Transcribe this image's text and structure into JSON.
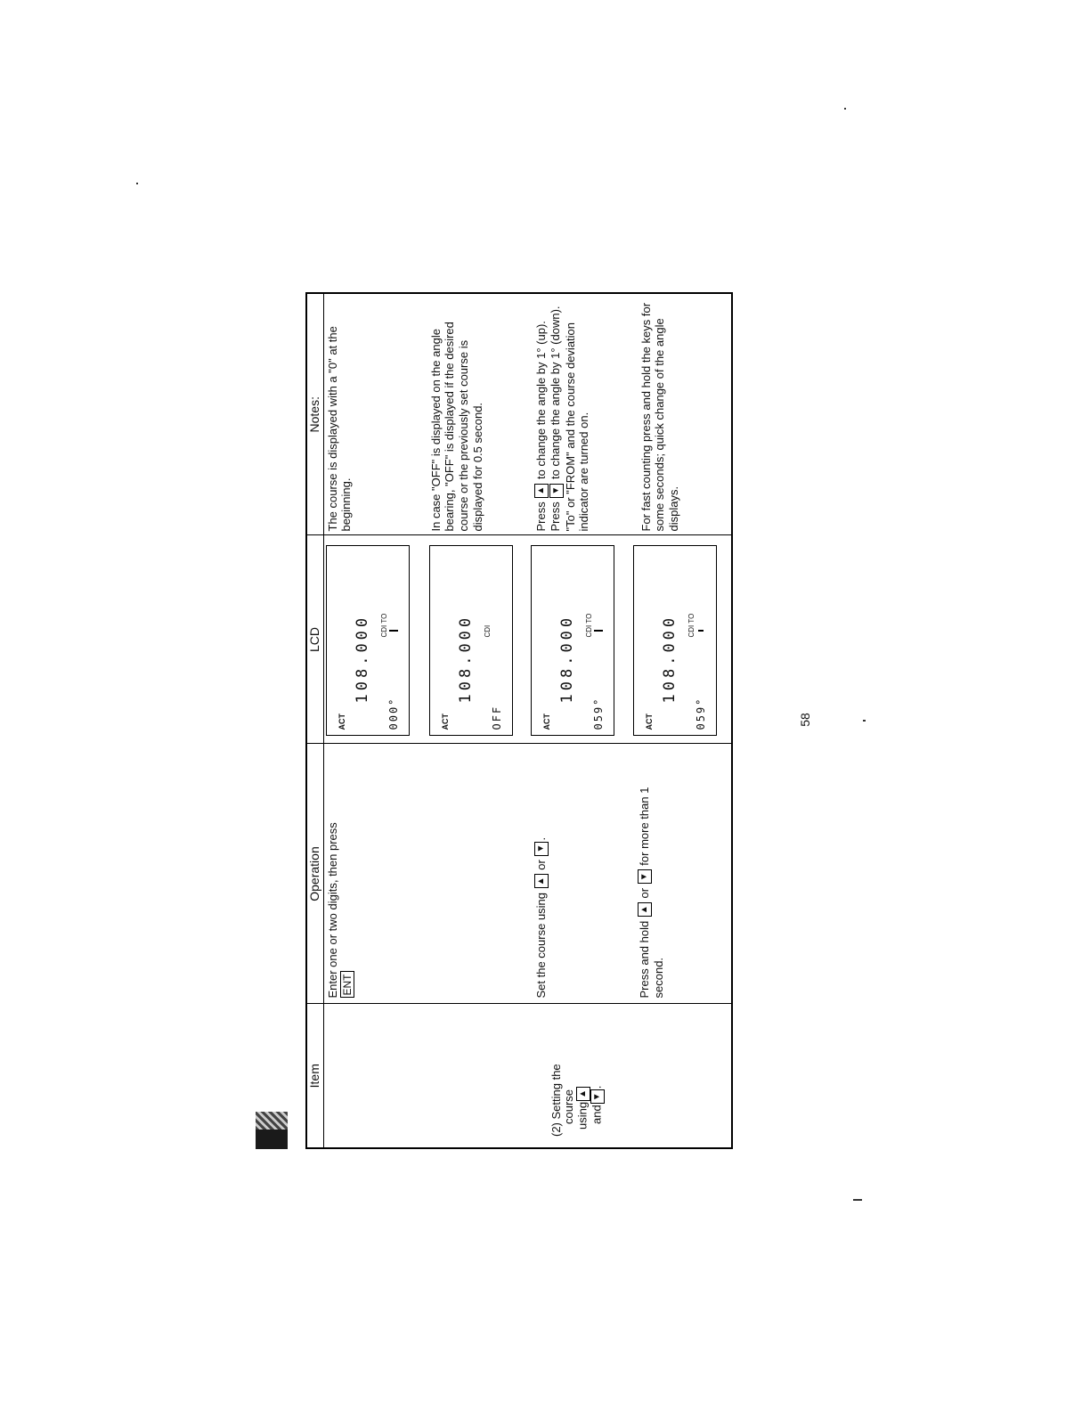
{
  "table": {
    "headers": {
      "item": "Item",
      "operation": "Operation",
      "lcd": "LCD",
      "notes": "Notes:"
    },
    "item_label": {
      "line1": "(2) Setting the",
      "line2": "course",
      "line3": "using",
      "line4": "and",
      "tail": "."
    },
    "rows": [
      {
        "operation": {
          "text": "Enter one or two digits, then press",
          "key": "ENT"
        },
        "lcd": {
          "act": "ACT",
          "freq": "108.000",
          "cdi": "CDI TO",
          "angle": "000°"
        },
        "notes": "The course is displayed with a \"0\" at the beginning."
      },
      {
        "operation": null,
        "lcd": {
          "act": "ACT",
          "freq": "108.000",
          "cdi": "CDI",
          "angle": "OFF"
        },
        "notes": "In case \"OFF\" is displayed on the angle bearing, \"OFF\" is displayed if the desired course or the previously set course is displayed for 0.5 second."
      },
      {
        "operation": {
          "text_before": "Set the course using",
          "text_mid": "or",
          "text_after": "."
        },
        "lcd": {
          "act": "ACT",
          "freq": "108.000",
          "cdi": "CDI TO",
          "angle": "059°"
        },
        "notes": {
          "l1_pre": "Press",
          "l1_post": "to change the angle by 1° (up).",
          "l2_pre": "Press",
          "l2_post": "to change the angle by 1° (down).",
          "l3": "\"To\" or \"FROM\" and the course deviation indicator are turned on."
        }
      },
      {
        "operation": {
          "text_before": "Press and hold",
          "text_mid": "or",
          "text_after": "for more than 1 second."
        },
        "lcd": {
          "act": "ACT",
          "freq": "108.000",
          "cdi": "CDI TO",
          "angle": "059°"
        },
        "notes": "For fast counting press and hold the keys for some seconds; quick change of the angle displays."
      }
    ]
  },
  "keys": {
    "up": "▲",
    "down": "▼"
  },
  "page_number": "58"
}
